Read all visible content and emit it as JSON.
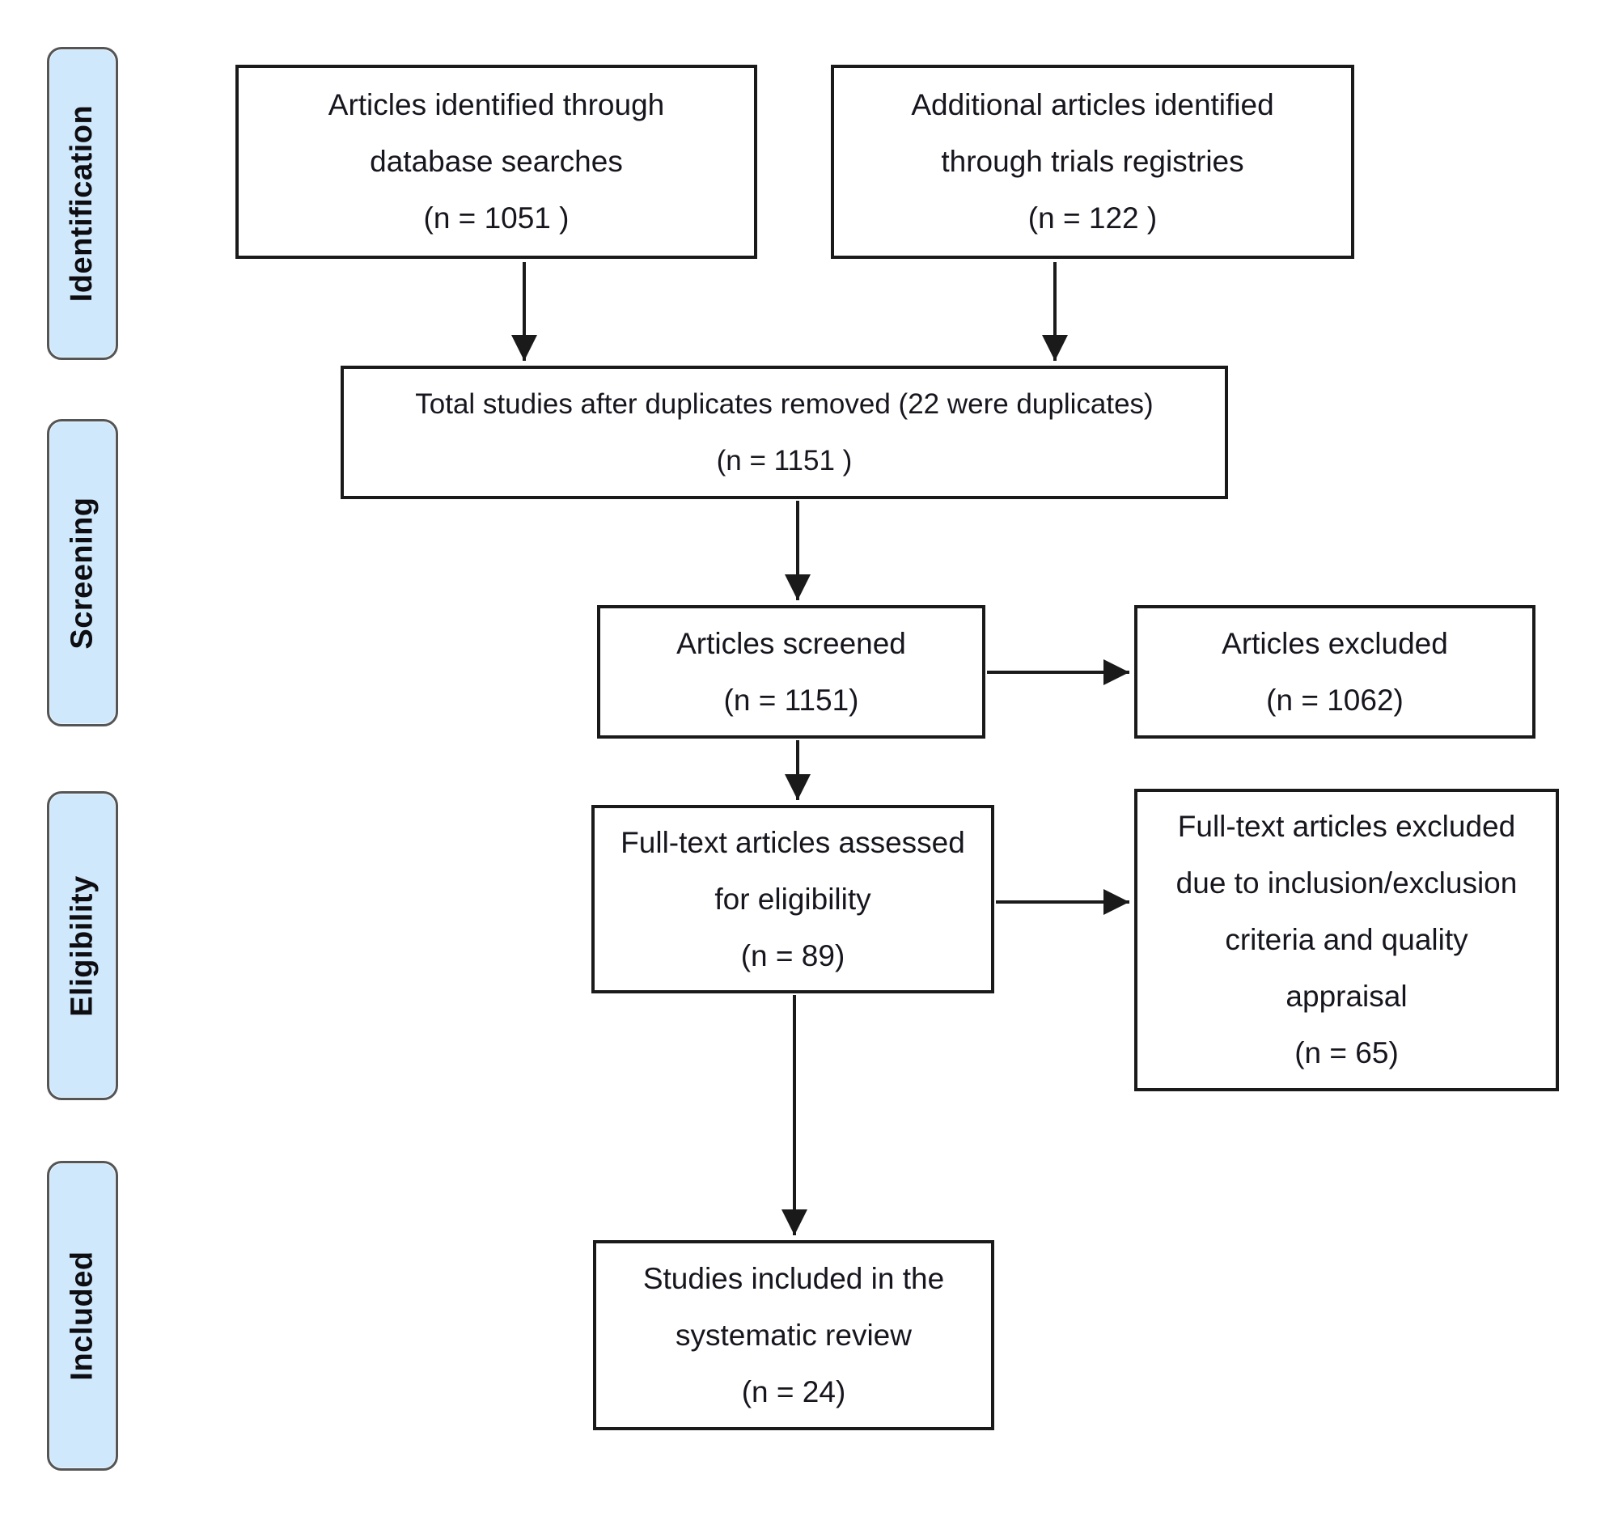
{
  "diagram": {
    "stages": [
      {
        "label": "Identification"
      },
      {
        "label": "Screening"
      },
      {
        "label": "Eligibility"
      },
      {
        "label": "Included"
      }
    ],
    "boxes": {
      "identified_db": {
        "lines": [
          "Articles identified through",
          "database searches"
        ],
        "n": "(n = 1051 )"
      },
      "identified_registries": {
        "lines": [
          "Additional articles identified",
          "through trials registries"
        ],
        "n": "(n = 122 )"
      },
      "duplicates_removed": {
        "lines": [
          "Total studies after duplicates removed (22 were duplicates)"
        ],
        "n": "(n = 1151 )"
      },
      "screened": {
        "lines": [
          "Articles screened"
        ],
        "n": "(n = 1151)"
      },
      "excluded": {
        "lines": [
          "Articles excluded"
        ],
        "n": "(n = 1062)"
      },
      "fulltext_assessed": {
        "lines": [
          "Full-text articles assessed",
          "for eligibility"
        ],
        "n": "(n = 89)"
      },
      "fulltext_excluded": {
        "lines": [
          "Full-text articles excluded",
          "due to inclusion/exclusion",
          "criteria and quality",
          "appraisal"
        ],
        "n": "(n = 65)"
      },
      "included_studies": {
        "lines": [
          "Studies included in the",
          "systematic review"
        ],
        "n": "(n = 24)"
      }
    },
    "colors": {
      "stage_fill": "#cfe8fb",
      "stage_border": "#555555",
      "box_border": "#1a1a1a",
      "arrow": "#1a1a1a",
      "text": "#16161e"
    }
  }
}
